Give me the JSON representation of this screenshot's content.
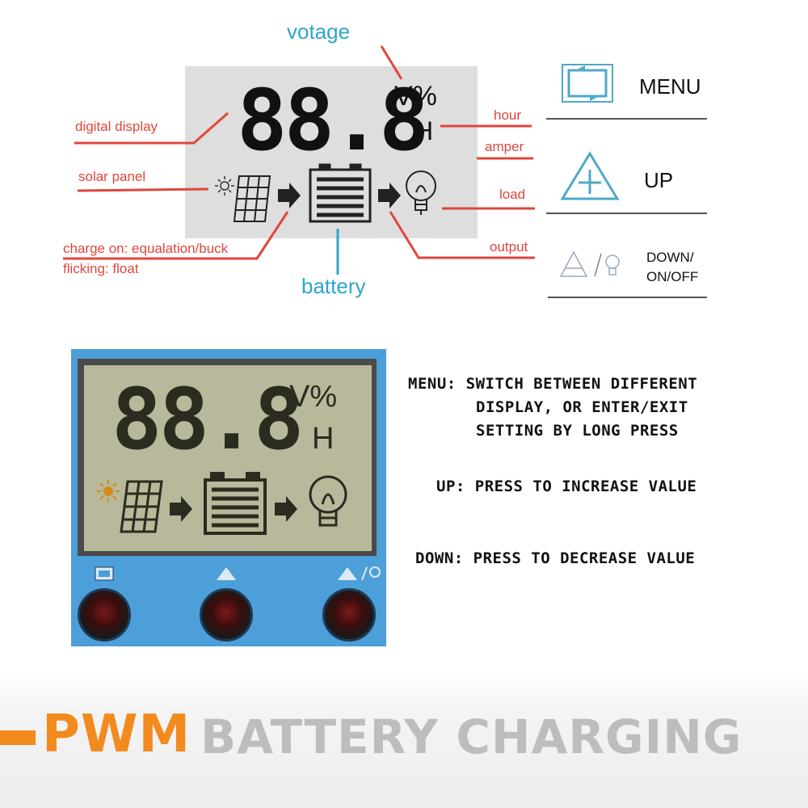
{
  "top_diagram": {
    "display_digits": "88.8",
    "units_vp": "V%",
    "unit_h": "H",
    "callouts": {
      "votage": "votage",
      "digital_display": "digital display",
      "solar_panel": "solar panel",
      "charge_on": "charge on: equalation/buck",
      "flicking": "flicking: float",
      "battery": "battery",
      "hour": "hour",
      "amper": "amper",
      "load": "load",
      "output": "output"
    }
  },
  "button_legend": {
    "menu": "MENU",
    "up": "UP",
    "down_line1": "DOWN/",
    "down_line2": "ON/OFF"
  },
  "device": {
    "display_digits": "88.8",
    "units_vp": "V%",
    "unit_h": "H"
  },
  "instructions": {
    "menu_line1": "MENU:  SWITCH BETWEEN DIFFERENT",
    "menu_line2": "DISPLAY, OR ENTER/EXIT",
    "menu_line3": "SETTING BY LONG PRESS",
    "up": "UP: PRESS TO INCREASE VALUE",
    "down": "DOWN: PRESS TO DECREASE VALUE"
  },
  "footer": {
    "word1": "PWM",
    "word2": "BATTERY CHARGING"
  },
  "colors": {
    "callout_red": "#e0463c",
    "callout_blue": "#2fa4cc",
    "icon_blue": "#4fa8c8",
    "panel_blue": "#4d9fd9",
    "footer_orange": "#f28a1e",
    "footer_gray": "#bdbdbd"
  }
}
